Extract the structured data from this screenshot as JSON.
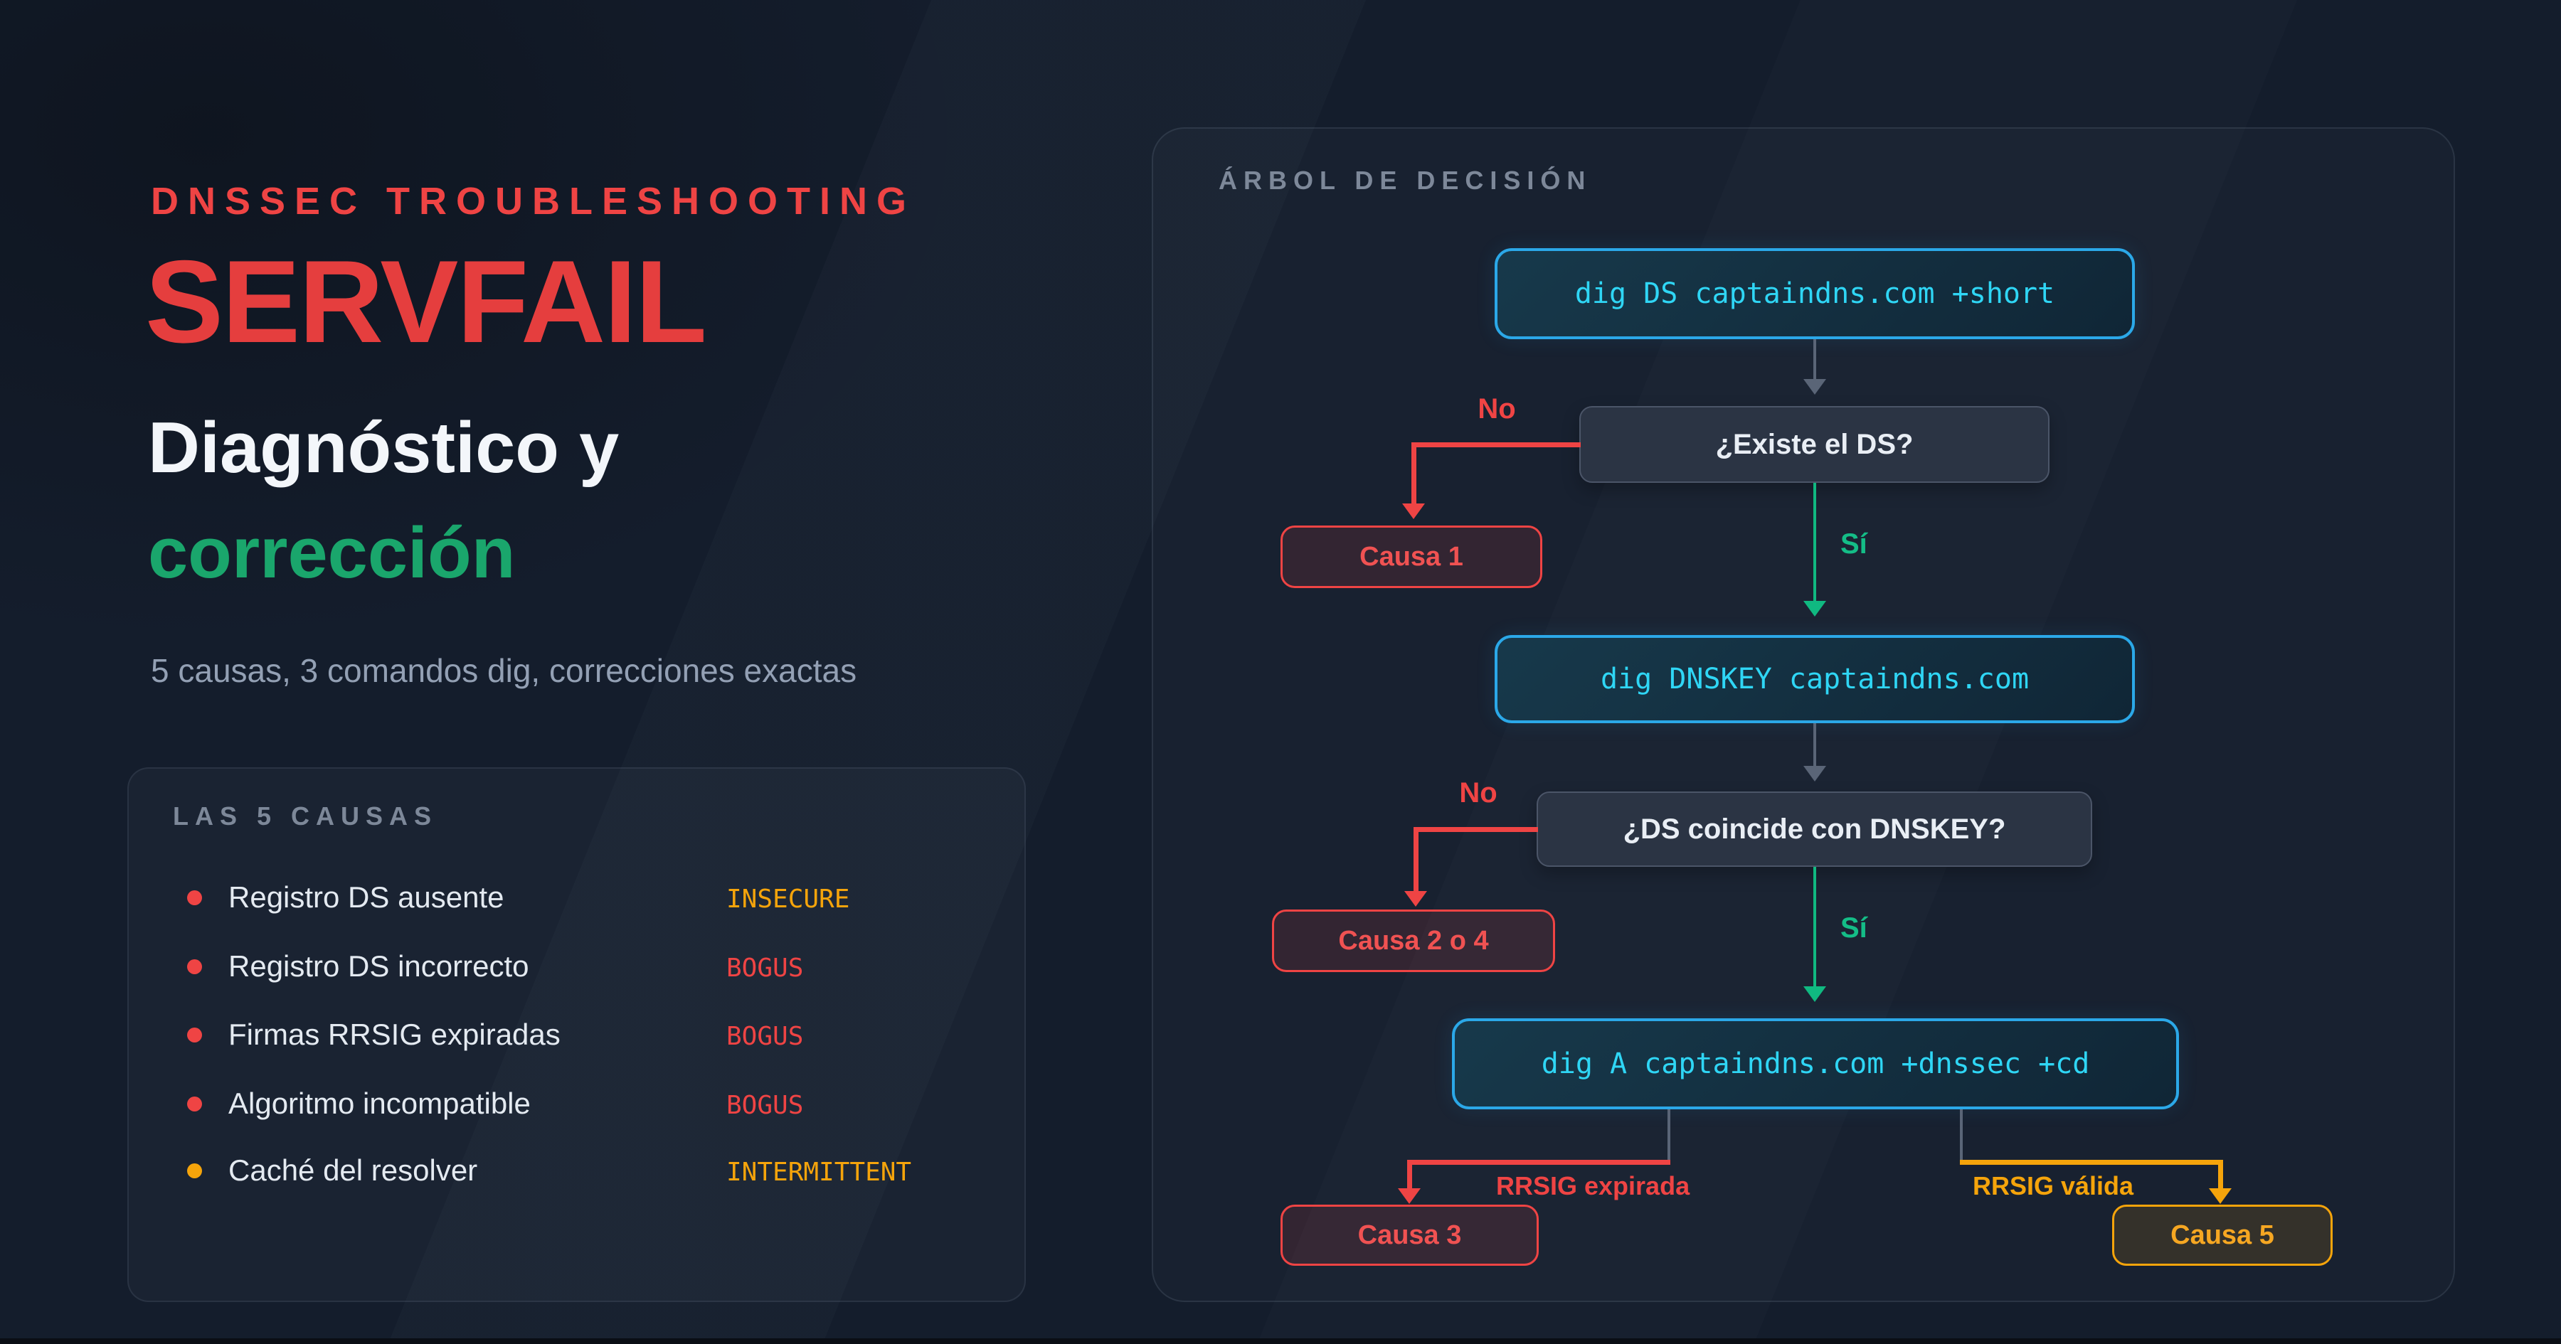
{
  "page": {
    "kicker": "DNSSEC TROUBLESHOOTING",
    "title": "SERVFAIL",
    "subtitle_line1": "Diagnóstico y",
    "subtitle_line2": "corrección",
    "tagline": "5 causas, 3 comandos dig, correcciones exactas"
  },
  "causes_card": {
    "title": "LAS 5 CAUSAS",
    "items": [
      {
        "label": "Registro DS ausente",
        "status": "INSECURE",
        "status_color": "#f5a40b",
        "bullet_color": "#ef4444"
      },
      {
        "label": "Registro DS incorrecto",
        "status": "BOGUS",
        "status_color": "#ef4444",
        "bullet_color": "#ef4444"
      },
      {
        "label": "Firmas RRSIG expiradas",
        "status": "BOGUS",
        "status_color": "#ef4444",
        "bullet_color": "#ef4444"
      },
      {
        "label": "Algoritmo incompatible",
        "status": "BOGUS",
        "status_color": "#ef4444",
        "bullet_color": "#ef4444"
      },
      {
        "label": "Caché del resolver",
        "status": "INTERMITTENT",
        "status_color": "#f5a40b",
        "bullet_color": "#f5a40b"
      }
    ]
  },
  "tree": {
    "title": "ÁRBOL DE DECISIÓN",
    "cmd1": "dig DS captaindns.com +short",
    "q1": "¿Existe el DS?",
    "causa1": "Causa 1",
    "cmd2": "dig DNSKEY captaindns.com",
    "q2": "¿DS coincide con DNSKEY?",
    "causa2": "Causa 2 o 4",
    "cmd3": "dig A captaindns.com +dnssec +cd",
    "causa3": "Causa 3",
    "causa5": "Causa 5",
    "no1": "No",
    "si1": "Sí",
    "no2": "No",
    "si2": "Sí",
    "branch_left": "RRSIG expirada",
    "branch_right": "RRSIG válida"
  },
  "colors": {
    "background": "#141d2c",
    "accent_red": "#ef4444",
    "accent_green": "#10b981",
    "accent_amber": "#f5a40b",
    "accent_cyan": "#2fd6f5",
    "accent_blue": "#2ba8e8",
    "title_green": "#1aa66c"
  }
}
